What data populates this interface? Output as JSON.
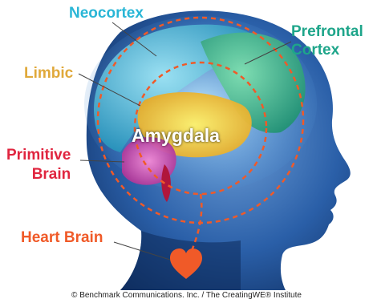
{
  "labels": {
    "neocortex": "Neocortex",
    "prefrontal_line1": "Prefrontal",
    "prefrontal_line2": "Cortex",
    "limbic": "Limbic",
    "primitive_line1": "Primitive",
    "primitive_line2": "Brain",
    "amygdala": "Amygdala",
    "heart_brain": "Heart Brain"
  },
  "caption": "© Benchmark Communications. Inc. / The CreatingWE® Institute",
  "colors": {
    "neocortex": "#29b6d6",
    "prefrontal": "#1ea58a",
    "limbic": "#e0a93b",
    "primitive": "#e0253f",
    "heart": "#f05a28",
    "amygdala": "#ffffff",
    "head": "#1b4a8c",
    "background": "#ffffff"
  },
  "icons": {
    "heart": "heart-icon"
  }
}
